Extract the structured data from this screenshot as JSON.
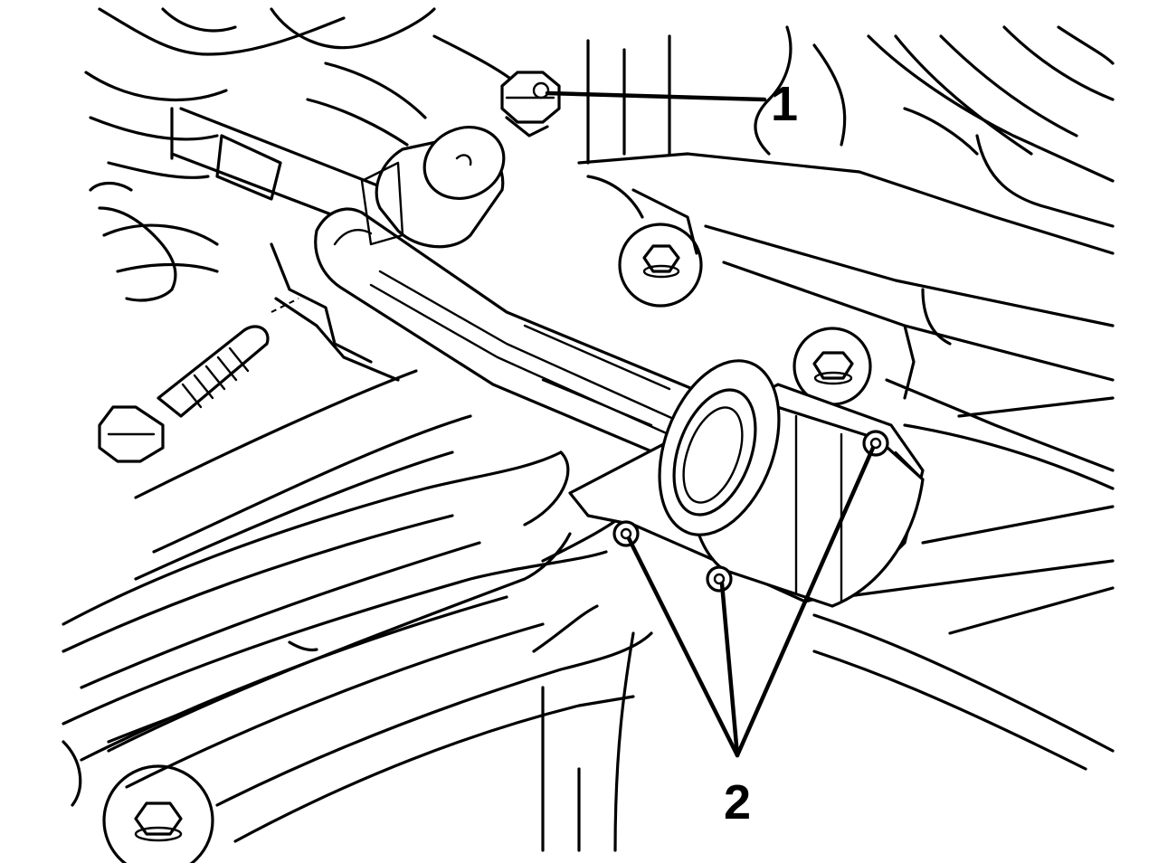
{
  "callouts": [
    {
      "id": "1",
      "label": "1"
    },
    {
      "id": "2",
      "label": "2"
    }
  ],
  "parts": {
    "pipe": "pipe",
    "clamp_bracket": "clamp-bracket",
    "bolt": "bolt",
    "nut": "nut"
  },
  "colors": {
    "line": "#000000",
    "background": "#ffffff"
  }
}
